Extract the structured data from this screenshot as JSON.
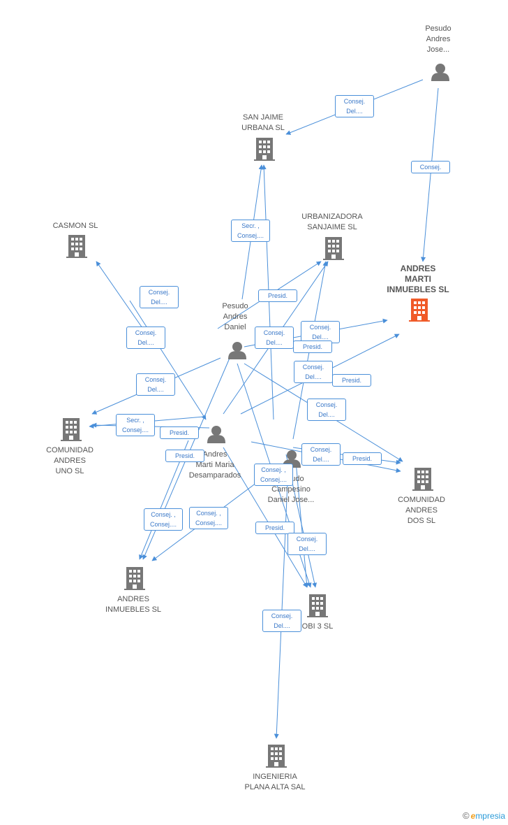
{
  "colors": {
    "edge": "#4a8fd9",
    "icon": "#777777",
    "focus_icon": "#f05a28",
    "label_border": "#4a8fd9"
  },
  "nodes": [
    {
      "id": "pesudo_andres_jose",
      "type": "person",
      "icon": "person-icon",
      "lines": [
        "Pesudo",
        "Andres",
        "Jose..."
      ]
    },
    {
      "id": "san_jaime",
      "type": "company",
      "icon": "building-icon",
      "lines": [
        "SAN JAIME",
        "URBANA SL"
      ]
    },
    {
      "id": "casmon",
      "type": "company",
      "icon": "building-icon",
      "lines": [
        "CASMON SL"
      ]
    },
    {
      "id": "urbanizadora",
      "type": "company",
      "icon": "building-icon",
      "lines": [
        "URBANIZADORA",
        "SANJAIME SL"
      ]
    },
    {
      "id": "andres_marti",
      "type": "company",
      "focus": true,
      "icon": "building-icon",
      "lines": [
        "ANDRES",
        "MARTI",
        "INMUEBLES SL"
      ]
    },
    {
      "id": "pesudo_andres_daniel",
      "type": "person",
      "icon": "person-icon",
      "lines": [
        "Pesudo",
        "Andres",
        "Daniel"
      ]
    },
    {
      "id": "comunidad_uno",
      "type": "company",
      "icon": "building-icon",
      "lines": [
        "COMUNIDAD",
        "ANDRES",
        "UNO SL"
      ]
    },
    {
      "id": "andres_marti_maria",
      "type": "person",
      "icon": "person-icon",
      "lines": [
        "Andres",
        "Marti Maria",
        "Desamparados"
      ]
    },
    {
      "id": "pesudo_campesino",
      "type": "person",
      "icon": "person-icon",
      "lines": [
        "Pesudo",
        "Campesino",
        "Daniel Jose..."
      ]
    },
    {
      "id": "comunidad_dos",
      "type": "company",
      "icon": "building-icon",
      "lines": [
        "COMUNIDAD",
        "ANDRES",
        "DOS SL"
      ]
    },
    {
      "id": "andres_inmuebles",
      "type": "company",
      "icon": "building-icon",
      "lines": [
        "ANDRES",
        "INMUEBLES SL"
      ]
    },
    {
      "id": "obi3",
      "type": "company",
      "icon": "building-icon",
      "lines": [
        "OBI 3 SL"
      ]
    },
    {
      "id": "ingenieria",
      "type": "company",
      "icon": "building-icon",
      "lines": [
        "INGENIERIA",
        "PLANA ALTA SAL"
      ]
    }
  ],
  "edge_labels": [
    {
      "lines": [
        "Consej.",
        "Del...."
      ]
    },
    {
      "lines": [
        "Consej."
      ]
    },
    {
      "lines": [
        "Secr. ,",
        "Consej...."
      ]
    },
    {
      "lines": [
        "Consej.",
        "Del...."
      ]
    },
    {
      "lines": [
        "Consej.",
        "Del...."
      ]
    },
    {
      "lines": [
        "Presid."
      ]
    },
    {
      "lines": [
        "Consej.",
        "Del...."
      ]
    },
    {
      "lines": [
        "Consej.",
        "Del...."
      ]
    },
    {
      "lines": [
        "Presid."
      ]
    },
    {
      "lines": [
        "Consej.",
        "Del...."
      ]
    },
    {
      "lines": [
        "Consej.",
        "Del...."
      ]
    },
    {
      "lines": [
        "Presid."
      ]
    },
    {
      "lines": [
        "Consej.",
        "Del...."
      ]
    },
    {
      "lines": [
        "Secr. ,",
        "Consej...."
      ]
    },
    {
      "lines": [
        "Presid."
      ]
    },
    {
      "lines": [
        "Consej.",
        "Del...."
      ]
    },
    {
      "lines": [
        "Consej. ,",
        "Consej...."
      ]
    },
    {
      "lines": [
        "Presid."
      ]
    },
    {
      "lines": [
        "Consej. ,",
        "Consej...."
      ]
    },
    {
      "lines": [
        "Consej. ,",
        "Consej...."
      ]
    },
    {
      "lines": [
        "Presid."
      ]
    },
    {
      "lines": [
        "Consej.",
        "Del...."
      ]
    },
    {
      "lines": [
        "Presid."
      ]
    },
    {
      "lines": [
        "Consej.",
        "Del...."
      ]
    }
  ],
  "footer": {
    "copyright": "©",
    "brand_e": "e",
    "brand_rest": "mpresia"
  }
}
